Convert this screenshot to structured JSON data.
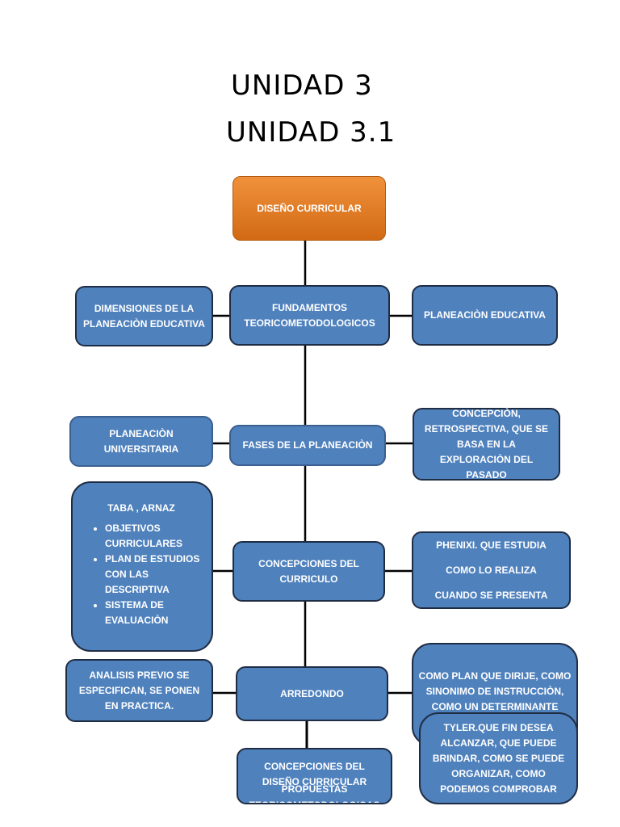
{
  "titles": {
    "line1": "UNIDAD 3",
    "line2": "UNIDAD 3.1"
  },
  "nodes": {
    "diseno": "DISEÑO CURRICULAR",
    "dimensiones": "DIMENSIONES DE LA PLANEACIÒN EDUCATIVA",
    "fundamentos": "FUNDAMENTOS TEORICOMETODOLOGICOS",
    "planeacion_educativa": "PLANEACIÒN EDUCATIVA",
    "planeacion_universitaria": "PLANEACIÒN UNIVERSITARIA",
    "fases": "FASES DE LA PLANEACIÒN",
    "concepcion": "CONCEPCIÒN, RETROSPECTIVA, QUE SE BASA EN LA EXPLORACIÒN DEL PASADO",
    "taba": {
      "heading": "TABA , ARNAZ",
      "items": [
        "OBJETIVOS CURRICULARES",
        "PLAN DE ESTUDIOS CON LAS DESCRIPTIVA",
        "SISTEMA DE EVALUACIÒN"
      ]
    },
    "concepciones_curriculo": "CONCEPCIONES DEL CURRICULO",
    "phenixi": {
      "line1": "PHENIXI. QUE ESTUDIA",
      "line2": "COMO LO REALIZA",
      "line3": "CUANDO SE PRESENTA"
    },
    "analisis": "ANALISIS PREVIO SE ESPECIFICAN, SE PONEN EN PRACTICA.",
    "arredondo": "ARREDONDO",
    "como_plan": "COMO PLAN QUE DIRIJE, COMO SINONIMO DE INSTRUCCIÒN, COMO UN  DETERMINANTE EXCLUSIVO, COMO UN SISTEMA",
    "tyler": "TYLER.QUE FIN DESEA ALCANZAR, QUE PUEDE BRINDAR, COMO SE PUEDE ORGANIZAR, COMO PODEMOS COMPROBAR",
    "concepciones_diseno": "CONCEPCIONES DEL DISEÑO CURRICULAR",
    "propuestas_line1": "PROPUESTAS",
    "propuestas_line2": "TEORICOMETODOLOGICAS"
  },
  "colors": {
    "box_fill": "#4f81bd",
    "box_border": "#1f2d44",
    "root_fill": "#e87d22",
    "connector": "#000000"
  }
}
